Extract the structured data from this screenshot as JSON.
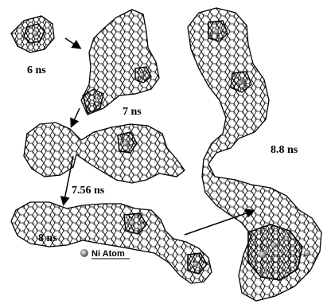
{
  "stages": [
    {
      "id": "s1",
      "time_label": "6 ns"
    },
    {
      "id": "s2",
      "time_label": "7 ns"
    },
    {
      "id": "s3",
      "time_label": "7.56 ns"
    },
    {
      "id": "s4",
      "time_label": "8 ns"
    },
    {
      "id": "s5",
      "time_label": "8.8 ns"
    }
  ],
  "legend": {
    "symbol_name": "ni-atom-sphere",
    "label": "Ni Atom"
  },
  "colors": {
    "mesh": "#000000",
    "ni_atom": "#9a9a9a",
    "background": "#ffffff"
  }
}
